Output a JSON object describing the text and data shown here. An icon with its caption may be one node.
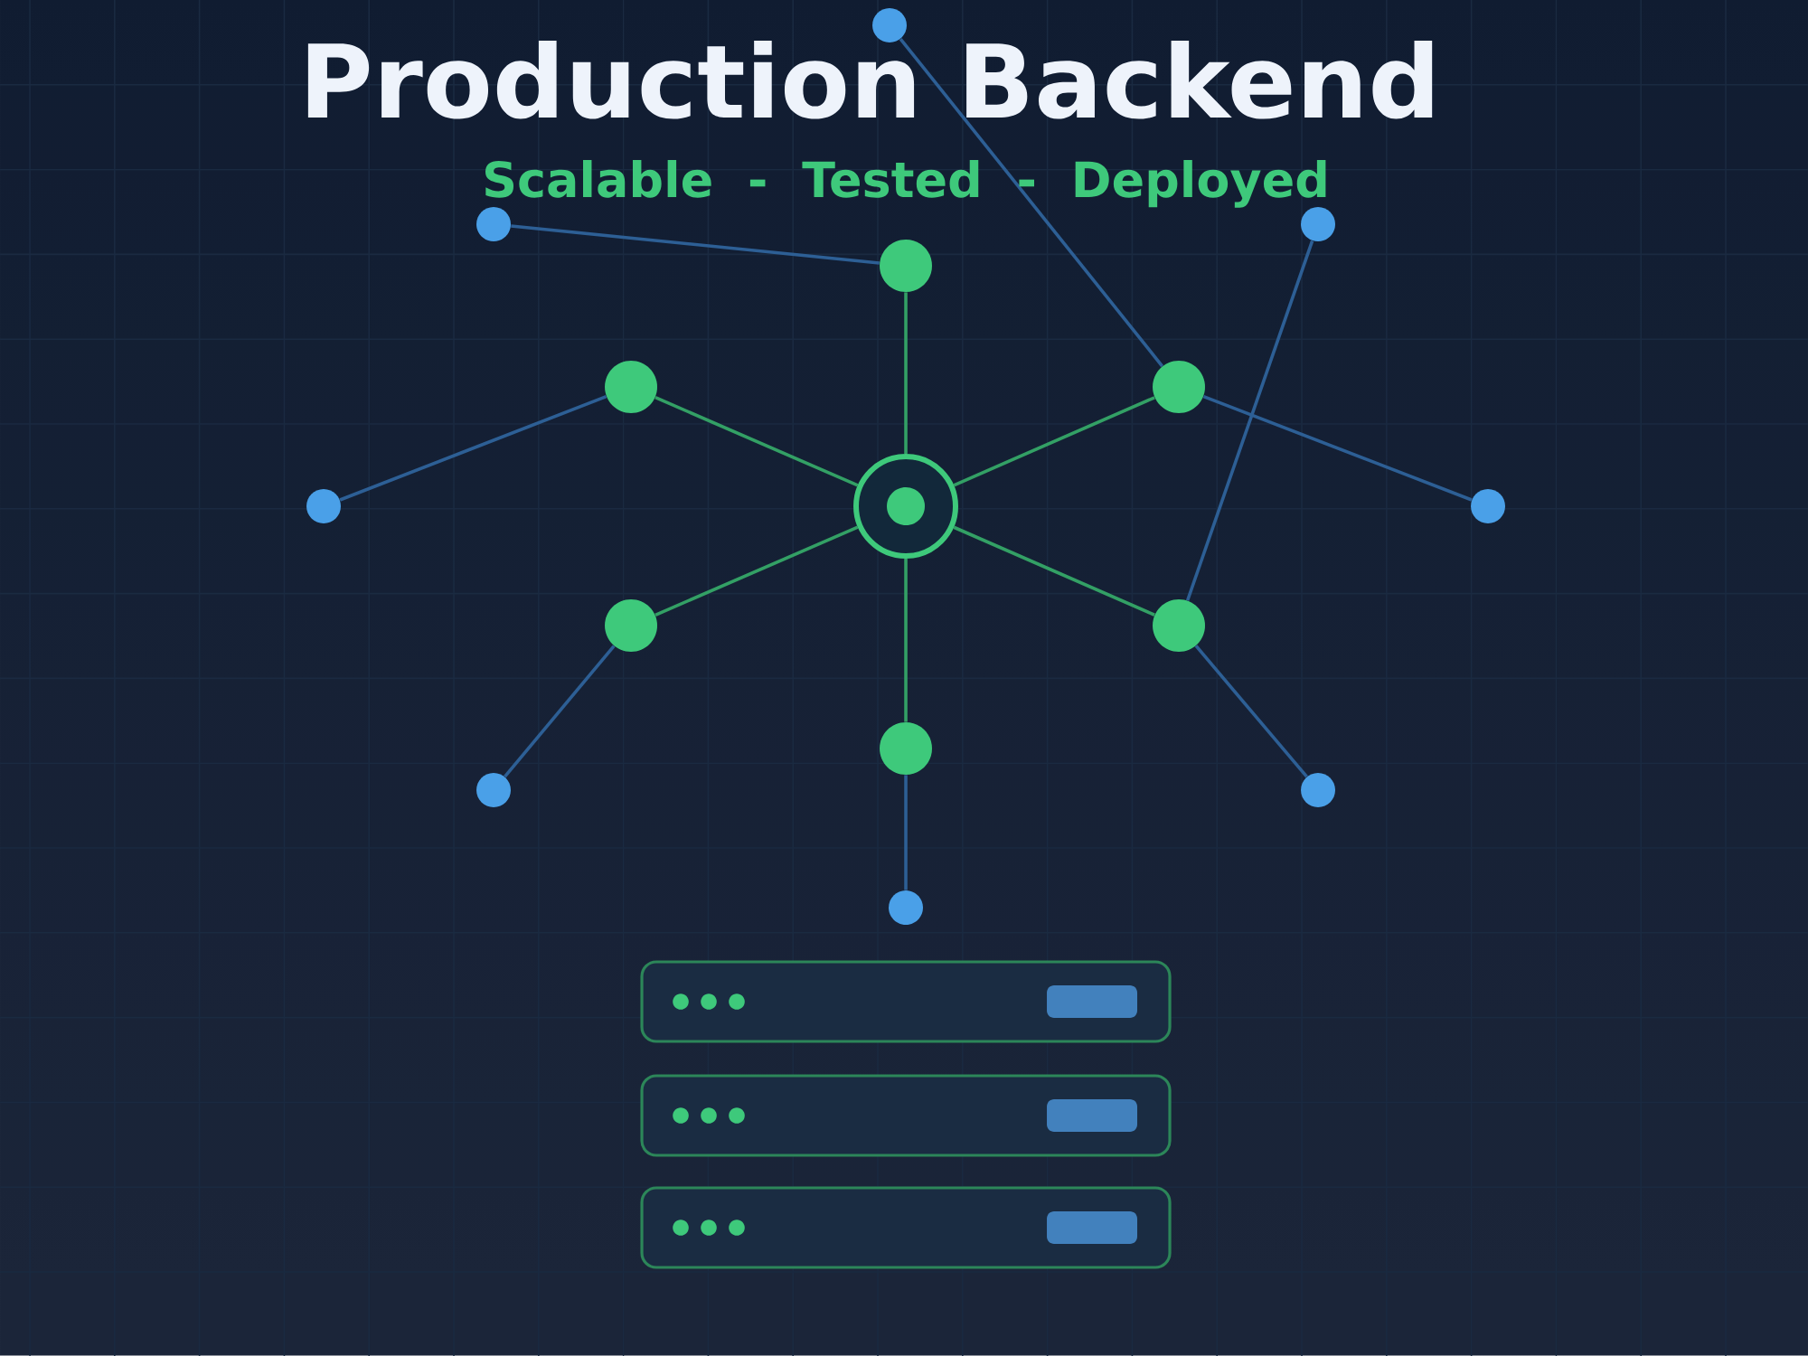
{
  "diagram": {
    "title": "Production Backend",
    "nodes": [
      {
        "text": [],
        "shape": "circle"
      },
      {
        "text": [],
        "shape": "circle"
      },
      {
        "text": [],
        "shape": "circle"
      },
      {
        "text": [],
        "shape": "circle"
      },
      {
        "text": [],
        "shape": "circle"
      },
      {
        "text": [],
        "shape": "circle"
      },
      {
        "text": [],
        "shape": "circle"
      },
      {
        "text": [],
        "shape": "circle"
      },
      {
        "text": [],
        "shape": "circle"
      },
      {
        "text": [],
        "shape": "circle"
      },
      {
        "text": [],
        "shape": "circle"
      },
      {
        "text": [],
        "shape": "circle"
      },
      {
        "text": [],
        "shape": "circle"
      },
      {
        "text": [],
        "shape": "circle"
      },
      {
        "text": [],
        "shape": "circle"
      }
    ],
    "edges": [
      {
        "from": 7,
        "to": 3,
        "arrow": "none",
        "color": "#33a065"
      },
      {
        "from": 7,
        "to": 4,
        "arrow": "none",
        "color": "#33a065"
      },
      {
        "from": 7,
        "to": 5,
        "arrow": "none",
        "color": "#33a065"
      },
      {
        "from": 7,
        "to": 9,
        "arrow": "none",
        "color": "#33a065"
      },
      {
        "from": 7,
        "to": 10,
        "arrow": "none",
        "color": "#33a065"
      },
      {
        "from": 7,
        "to": 11,
        "arrow": "none",
        "color": "#33a065"
      },
      {
        "from": 0,
        "to": 5,
        "arrow": "none"
      },
      {
        "from": 1,
        "to": 3,
        "arrow": "none"
      },
      {
        "from": 2,
        "to": 10,
        "arrow": "none"
      },
      {
        "from": 4,
        "to": 6,
        "arrow": "none"
      },
      {
        "from": 5,
        "to": 8,
        "arrow": "none"
      },
      {
        "from": 9,
        "to": 12,
        "arrow": "none"
      },
      {
        "from": 10,
        "to": 13,
        "arrow": "none"
      },
      {
        "from": 11,
        "to": 14,
        "arrow": "none"
      }
    ],
    "labels": [
      "Scalable - Tested - Deployed"
    ]
  }
}
